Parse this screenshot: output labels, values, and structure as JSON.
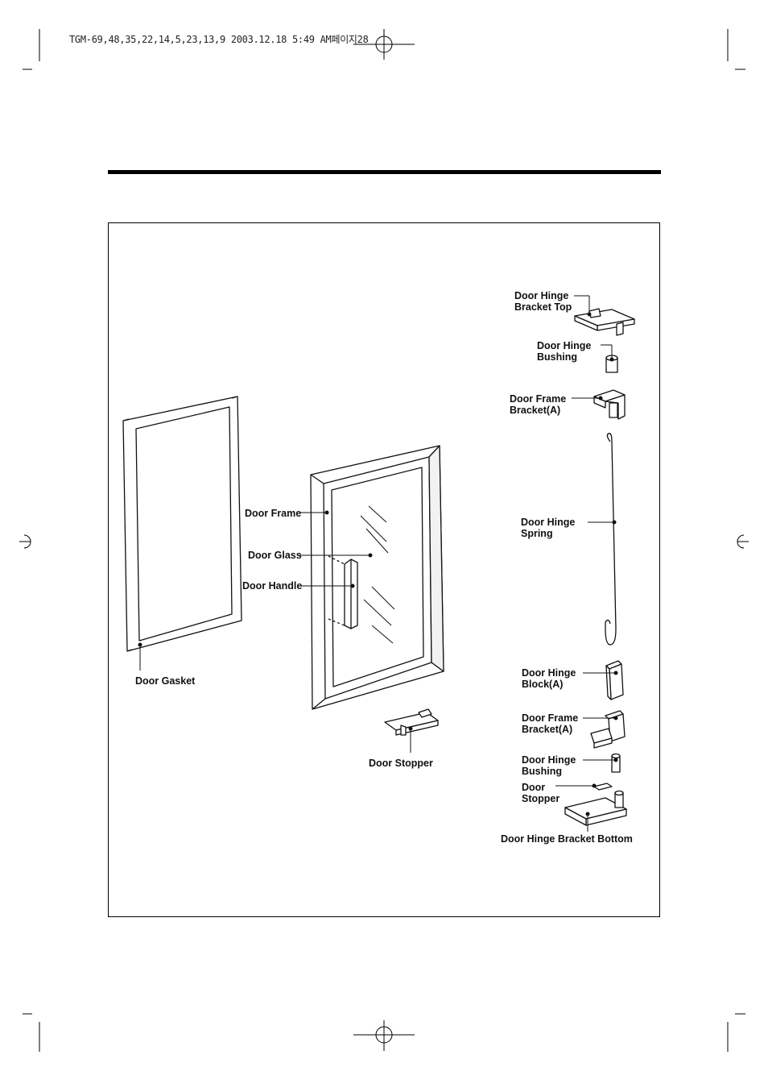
{
  "print_header": "TGM-69,48,35,22,14,5,23,13,9  2003.12.18 5:49 AM페이지28",
  "labels": {
    "door_hinge_bracket_top": "Door Hinge\nBracket Top",
    "door_hinge_bushing_top": "Door Hinge\nBushing",
    "door_frame_bracket_top": "Door Frame\nBracket(A)",
    "door_hinge_spring": "Door Hinge\nSpring",
    "door_hinge_block": "Door Hinge\nBlock(A)",
    "door_frame_bracket_bottom": "Door Frame\nBracket(A)",
    "door_hinge_bushing_bottom": "Door Hinge\nBushing",
    "door_stopper_right": "Door\nStopper",
    "door_hinge_bracket_bottom": "Door Hinge Bracket Bottom",
    "door_frame": "Door Frame",
    "door_glass": "Door Glass",
    "door_handle": "Door Handle",
    "door_gasket": "Door Gasket",
    "door_stopper": "Door Stopper"
  }
}
